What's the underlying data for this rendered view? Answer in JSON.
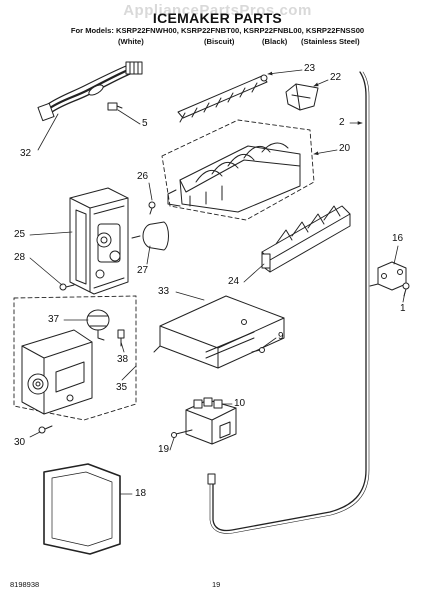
{
  "watermark": "AppliancePartsPros.com",
  "header": {
    "title": "ICEMAKER PARTS",
    "models_line": "For Models: KSRP22FNWH00, KSRP22FNBT00, KSRP22FNBL00, KSRP22FNSS00",
    "finishes": [
      "(White)",
      "(Biscuit)",
      "(Black)",
      "(Stainless Steel)"
    ]
  },
  "callouts": [
    "23",
    "22",
    "5",
    "32",
    "2",
    "20",
    "26",
    "25",
    "28",
    "27",
    "24",
    "16",
    "33",
    "9",
    "1",
    "37",
    "38",
    "35",
    "30",
    "10",
    "19",
    "18"
  ],
  "footer": {
    "doc_number": "8198938",
    "page_number": "19"
  }
}
